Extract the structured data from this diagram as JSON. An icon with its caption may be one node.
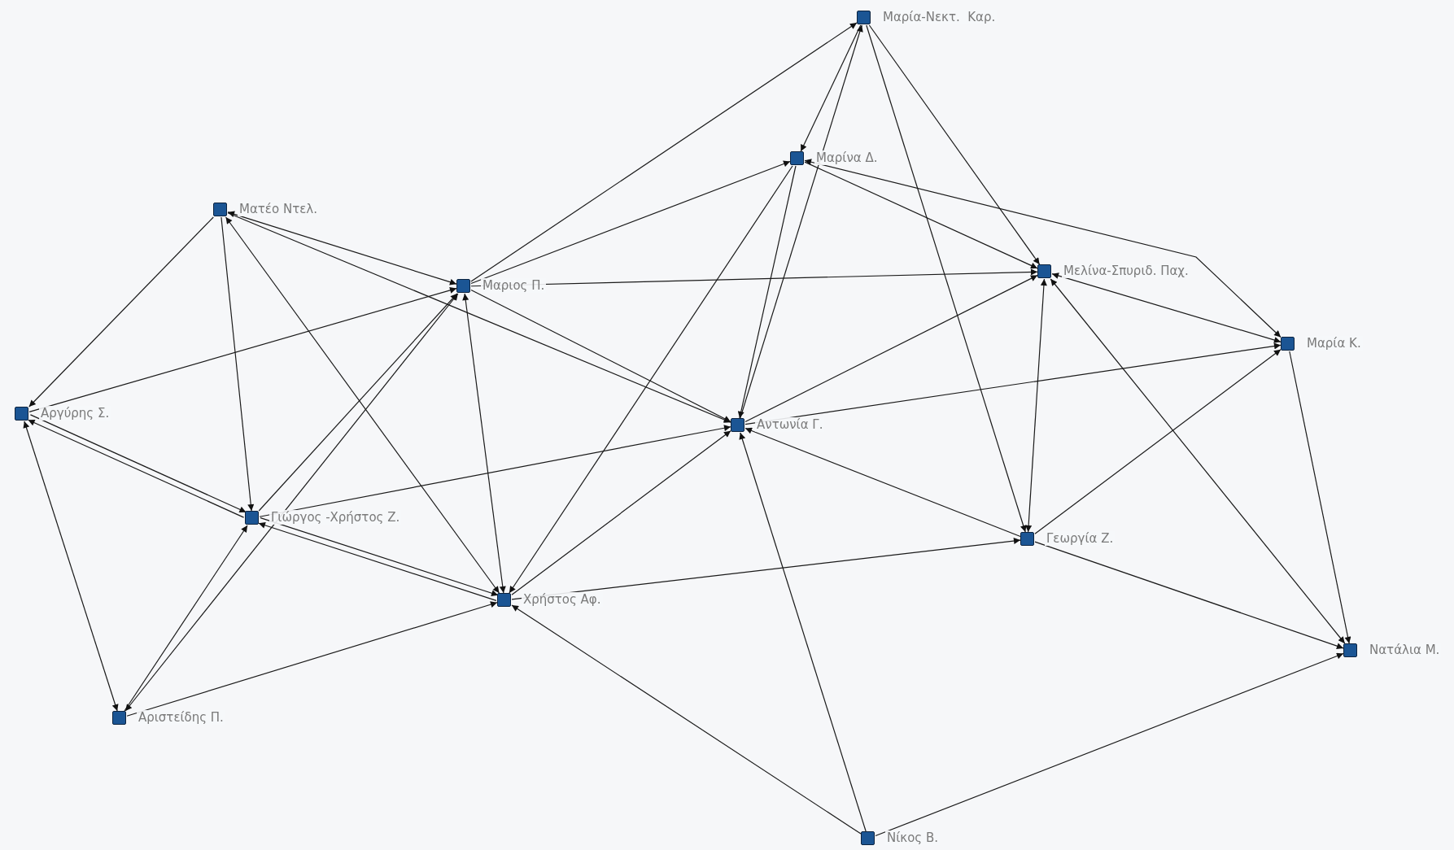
{
  "diagram": {
    "nodes": [
      {
        "text": [
          "Μαρία-Νεκτ.  Καρ."
        ]
      },
      {
        "text": [
          "Μαρίνα Δ."
        ]
      },
      {
        "text": [
          "Ματέο Ντελ."
        ]
      },
      {
        "text": [
          "Μαριος Π."
        ]
      },
      {
        "text": [
          "Μελίνα-Σπυριδ. Παχ."
        ]
      },
      {
        "text": [
          "Μαρία Κ."
        ]
      },
      {
        "text": [
          "Αργύρης Σ."
        ]
      },
      {
        "text": [
          "Αντωνία Γ."
        ]
      },
      {
        "text": [
          "Γιώργος -Χρήστος Ζ."
        ]
      },
      {
        "text": [
          "Γεωργία Ζ."
        ]
      },
      {
        "text": [
          "Χρήστος Αφ."
        ]
      },
      {
        "text": [
          "Νατάλια Μ."
        ]
      },
      {
        "text": [
          "Αριστείδης Π."
        ]
      },
      {
        "text": [
          "Νίκος Β."
        ]
      }
    ],
    "edges": [
      {
        "from": 2,
        "to": 6,
        "arrow": "to"
      },
      {
        "from": 2,
        "to": 8,
        "arrow": "to"
      },
      {
        "from": 2,
        "to": 3,
        "arrow": "both"
      },
      {
        "from": 2,
        "to": 7,
        "arrow": "to"
      },
      {
        "from": 2,
        "to": 10,
        "arrow": "both"
      },
      {
        "from": 6,
        "to": 3,
        "arrow": "to"
      },
      {
        "from": 6,
        "to": 8,
        "arrow": "to"
      },
      {
        "from": 8,
        "to": 6,
        "arrow": "to"
      },
      {
        "from": 6,
        "to": 12,
        "arrow": "both"
      },
      {
        "from": 12,
        "to": 8,
        "arrow": "to"
      },
      {
        "from": 12,
        "to": 3,
        "arrow": "both"
      },
      {
        "from": 12,
        "to": 10,
        "arrow": "to"
      },
      {
        "from": 8,
        "to": 3,
        "arrow": "to"
      },
      {
        "from": 8,
        "to": 7,
        "arrow": "to"
      },
      {
        "from": 8,
        "to": 10,
        "arrow": "to"
      },
      {
        "from": 10,
        "to": 8,
        "arrow": "to"
      },
      {
        "from": 3,
        "to": 0,
        "arrow": "to"
      },
      {
        "from": 3,
        "to": 1,
        "arrow": "to"
      },
      {
        "from": 3,
        "to": 4,
        "arrow": "to"
      },
      {
        "from": 3,
        "to": 7,
        "arrow": "to"
      },
      {
        "from": 3,
        "to": 10,
        "arrow": "both"
      },
      {
        "from": 0,
        "to": 1,
        "arrow": "to"
      },
      {
        "from": 7,
        "to": 0,
        "arrow": "to"
      },
      {
        "from": 0,
        "to": 4,
        "arrow": "to"
      },
      {
        "from": 0,
        "to": 9,
        "arrow": "to"
      },
      {
        "from": 1,
        "to": 7,
        "arrow": "to"
      },
      {
        "from": 1,
        "to": 10,
        "arrow": "to"
      },
      {
        "from": 1,
        "to": 4,
        "arrow": "to"
      },
      {
        "from": 1,
        "to": 5,
        "arrow": "both"
      },
      {
        "from": 4,
        "to": 5,
        "arrow": "both"
      },
      {
        "from": 4,
        "to": 9,
        "arrow": "both"
      },
      {
        "from": 4,
        "to": 11,
        "arrow": "both"
      },
      {
        "from": 7,
        "to": 4,
        "arrow": "to"
      },
      {
        "from": 5,
        "to": 11,
        "arrow": "to"
      },
      {
        "from": 7,
        "to": 5,
        "arrow": "to"
      },
      {
        "from": 9,
        "to": 5,
        "arrow": "to"
      },
      {
        "from": 9,
        "to": 7,
        "arrow": "to"
      },
      {
        "from": 10,
        "to": 9,
        "arrow": "to"
      },
      {
        "from": 9,
        "to": 11,
        "arrow": "to"
      },
      {
        "from": 10,
        "to": 7,
        "arrow": "to"
      },
      {
        "from": 13,
        "to": 10,
        "arrow": "to"
      },
      {
        "from": 13,
        "to": 7,
        "arrow": "to"
      },
      {
        "from": 13,
        "to": 11,
        "arrow": "to"
      }
    ]
  }
}
